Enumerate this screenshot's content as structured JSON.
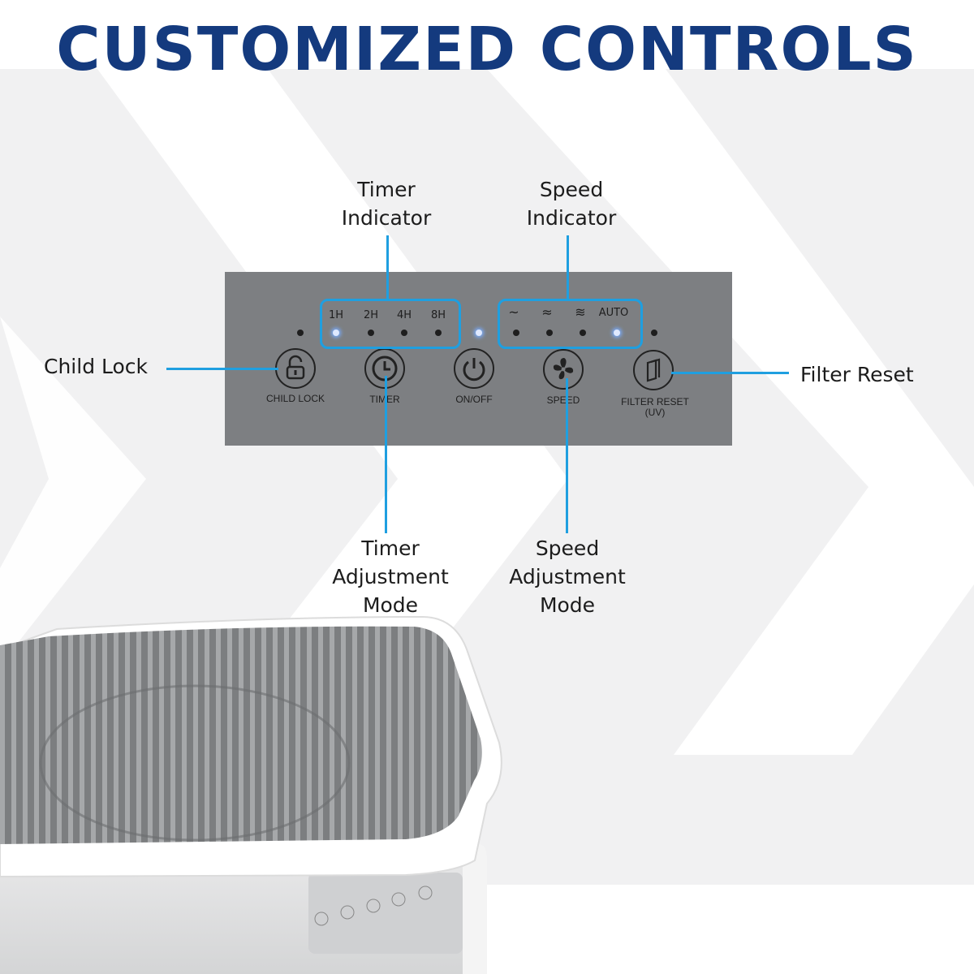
{
  "title": "CUSTOMIZED CONTROLS",
  "callouts": {
    "timer_indicator": [
      "Timer",
      "Indicator"
    ],
    "speed_indicator": [
      "Speed",
      "Indicator"
    ],
    "child_lock": "Child Lock",
    "filter_reset": "Filter Reset",
    "timer_adjustment": [
      "Timer",
      "Adjustment",
      "Mode"
    ],
    "speed_adjustment": [
      "Speed",
      "Adjustment",
      "Mode"
    ]
  },
  "panel": {
    "timer_labels": [
      "1H",
      "2H",
      "4H",
      "8H"
    ],
    "speed_labels": [
      "~",
      "≈",
      "≋",
      "AUTO"
    ],
    "buttons": {
      "child_lock": "CHILD LOCK",
      "timer": "TIMER",
      "on_off": "ON/OFF",
      "speed": "SPEED",
      "filter_reset": "FILTER RESET",
      "filter_reset_sub": "(UV)"
    }
  },
  "colors": {
    "title": "#143a7e",
    "callout_line": "#1f9fe0",
    "panel": "#7d7f82"
  }
}
